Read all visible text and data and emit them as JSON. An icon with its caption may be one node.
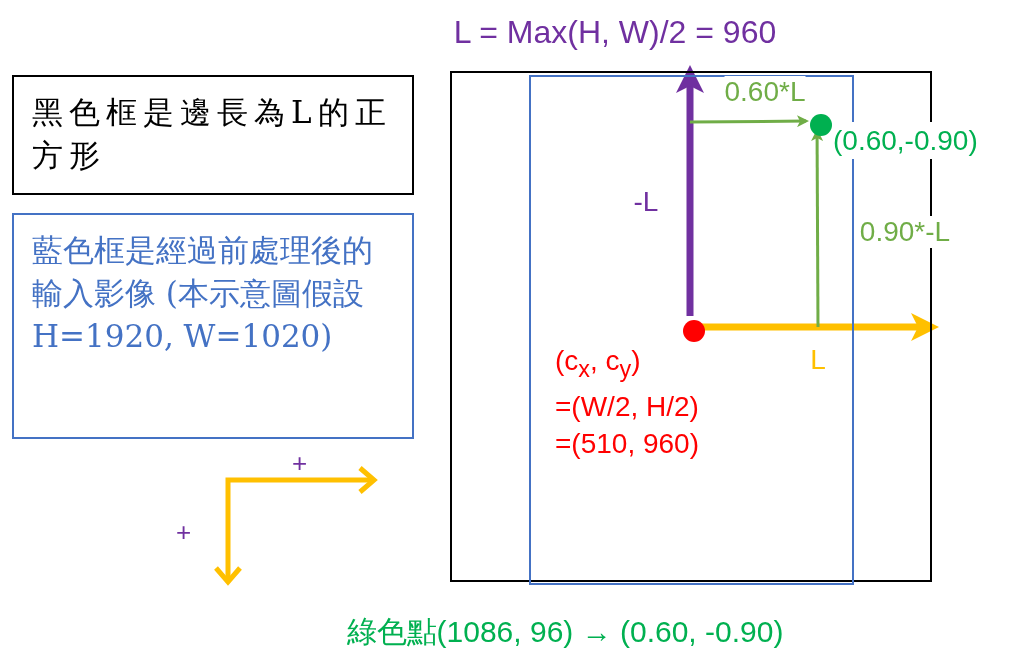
{
  "diagram": {
    "title": "L = Max(H, W)/2 = 960",
    "caption": "綠色點(1086, 96) → (0.60, -0.90)",
    "nodes": [
      {
        "text": [
          "黑色框是邊長為L的正方形"
        ]
      },
      {
        "text": [
          "藍色框是經過前處理後的輸入影像 (本示意圖假設 H=1920, W=1020)"
        ]
      },
      {
        "text": [],
        "shape": "box"
      },
      {
        "text": [],
        "shape": "box",
        "in": 2
      },
      {
        "text": [],
        "shape": "circle",
        "in": 3,
        "beside": [
          "(c$_{x}$, c$_{y}$)",
          "=(W/2, H/2)",
          "=(510, 960)"
        ]
      },
      {
        "text": [],
        "shape": "circle",
        "in": 3,
        "beside": [
          "(0.60,-0.90)"
        ]
      }
    ],
    "edges": [
      {
        "from": 4,
        "to": null,
        "arrow": "to",
        "label": "-L",
        "style": "thick",
        "color": "#7030a0"
      },
      {
        "from": 4,
        "to": null,
        "arrow": "to",
        "label": "L",
        "style": "thick",
        "color": "#ffc000"
      },
      {
        "from": null,
        "to": 5,
        "arrow": "to",
        "label": "0.60*L",
        "color": "#70ad47"
      },
      {
        "from": null,
        "to": 5,
        "arrow": "to",
        "label": "0.90*-L",
        "color": "#70ad47"
      }
    ],
    "labels": [
      "+",
      "+"
    ]
  }
}
